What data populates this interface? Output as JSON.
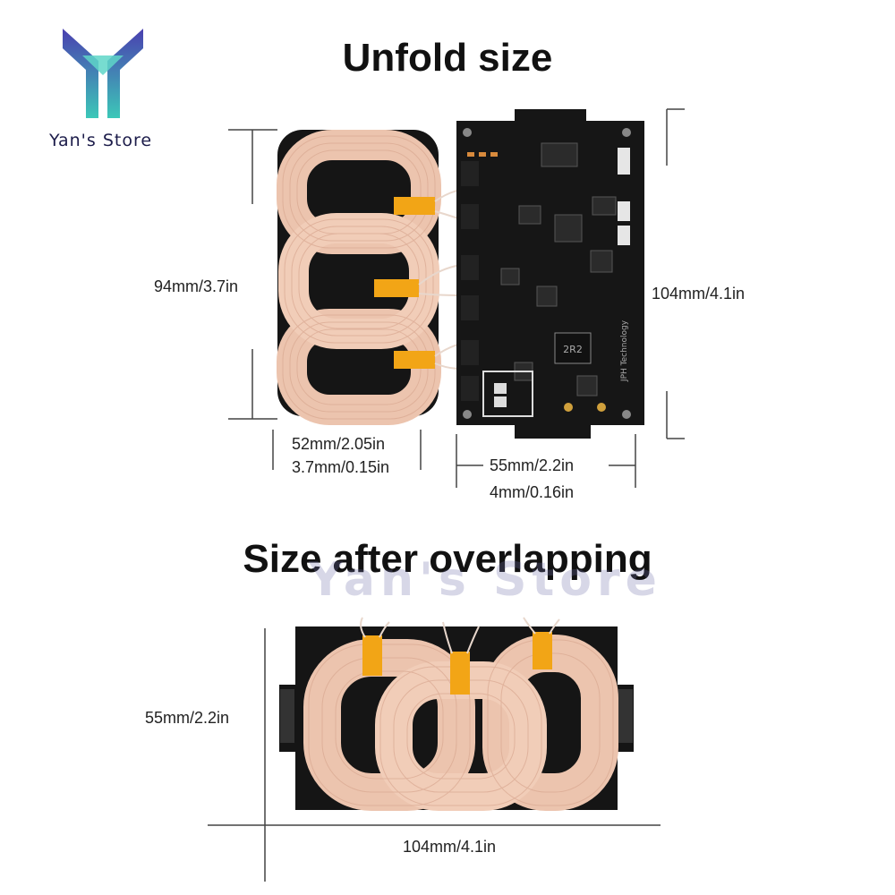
{
  "brand": {
    "name": "Yan's Store",
    "watermark": "Yan's Store",
    "logo_icon": "y-logo-icon"
  },
  "headings": {
    "unfold": "Unfold size",
    "overlap": "Size after overlapping"
  },
  "unfold_dims": {
    "height_left": "94mm/3.7in",
    "height_right": "104mm/4.1in",
    "coil_width": "52mm/2.05in",
    "coil_thickness": "3.7mm/0.15in",
    "board_width": "55mm/2.2in",
    "board_thickness": "4mm/0.16in"
  },
  "overlap_dims": {
    "height": "55mm/2.2in",
    "width": "104mm/4.1in"
  },
  "board_labels": {
    "inductor": "2R2",
    "maker": "JPH Technology"
  },
  "colors": {
    "copper": "#f1cdb8",
    "tape": "#f2a516",
    "board": "#151515",
    "logo_purple": "#4a3fb0",
    "logo_teal": "#3cc8b8"
  }
}
